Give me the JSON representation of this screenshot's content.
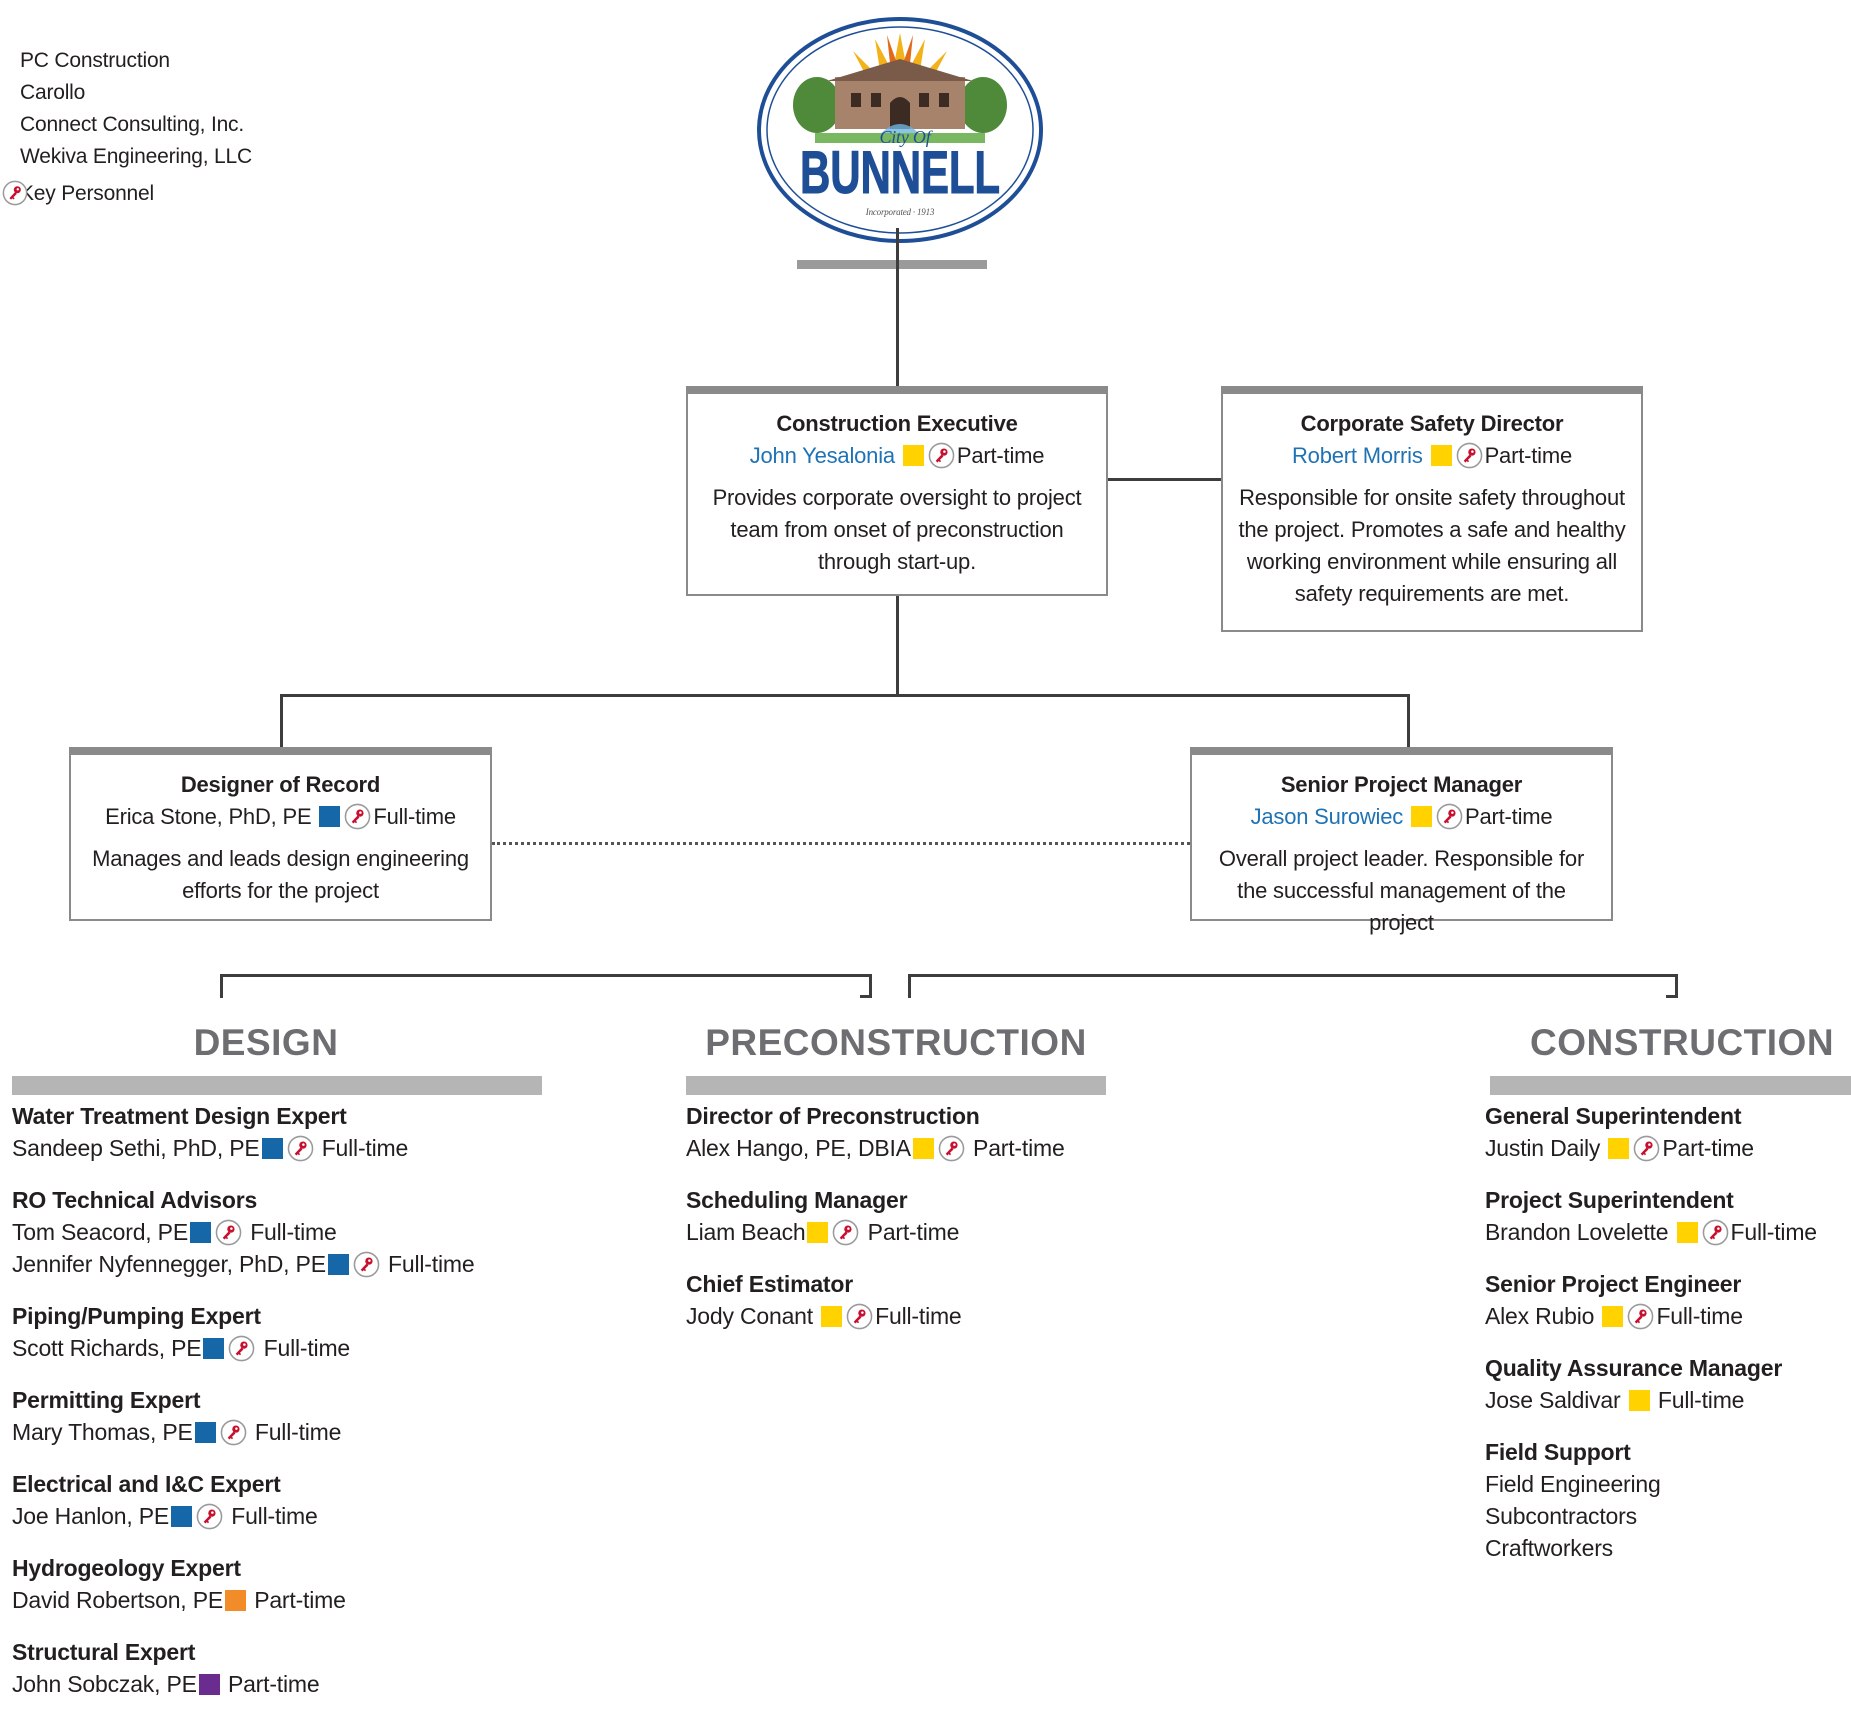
{
  "colors": {
    "pc_construction": "#ffd200",
    "carollo": "#1667a8",
    "connect_consulting": "#f28c28",
    "wekiva": "#6a2d8f",
    "name_link": "#1f73b5",
    "section_title": "#6d6e71"
  },
  "legend": {
    "items": [
      {
        "label": "PC Construction",
        "color": "#ffd200"
      },
      {
        "label": "Carollo",
        "color": "#1667a8"
      },
      {
        "label": "Connect Consulting, Inc.",
        "color": "#f28c28"
      },
      {
        "label": "Wekiva Engineering, LLC",
        "color": "#6a2d8f"
      }
    ],
    "key_label": "Key Personnel",
    "key_icon": "key-icon"
  },
  "logo": {
    "top_text": "City Of",
    "main_text": "BUNNELL",
    "bottom_text": "Incorporated · 1913"
  },
  "exec": {
    "title": "Construction Executive",
    "name": "John Yesalonia",
    "status": "Part-time",
    "desc": "Provides corporate oversight to project team from onset of preconstruction through start-up."
  },
  "safety": {
    "title": "Corporate Safety Director",
    "name": "Robert Morris",
    "status": "Part-time",
    "desc": "Responsible for onsite safety throughout the project. Promotes a safe and healthy working environment while ensuring all safety requirements are met."
  },
  "dor": {
    "title": "Designer of Record",
    "name": "Erica Stone, PhD, PE",
    "status": "Full-time",
    "desc": "Manages and leads design engineering efforts for the project"
  },
  "spm": {
    "title": "Senior Project Manager",
    "name": "Jason Surowiec",
    "status": "Part-time",
    "desc": "Overall project leader. Responsible for the successful management of the project"
  },
  "sections": {
    "design": "DESIGN",
    "preconstruction": "PRECONSTRUCTION",
    "construction": "CONSTRUCTION"
  },
  "design": {
    "water": {
      "role": "Water Treatment Design Expert",
      "name": "Sandeep Sethi, PhD, PE",
      "status": "Full-time"
    },
    "ro": {
      "role": "RO Technical Advisors",
      "name1": "Tom Seacord, PE",
      "status1": "Full-time",
      "name2": "Jennifer Nyfennegger, PhD, PE",
      "status2": "Full-time"
    },
    "piping": {
      "role": "Piping/Pumping Expert",
      "name": "Scott Richards, PE",
      "status": "Full-time"
    },
    "permitting": {
      "role": "Permitting Expert",
      "name": "Mary Thomas, PE",
      "status": "Full-time"
    },
    "electrical": {
      "role": "Electrical and I&C Expert",
      "name": "Joe Hanlon, PE",
      "status": "Full-time"
    },
    "hydro": {
      "role": "Hydrogeology Expert",
      "name": "David Robertson, PE",
      "status": "Part-time"
    },
    "structural": {
      "role": "Structural Expert",
      "name": "John Sobczak, PE",
      "status": "Part-time"
    }
  },
  "precon": {
    "director": {
      "role": "Director of Preconstruction",
      "name": "Alex Hango, PE, DBIA",
      "status": "Part-time"
    },
    "scheduling": {
      "role": "Scheduling Manager",
      "name": "Liam Beach",
      "status": "Part-time"
    },
    "estimator": {
      "role": "Chief Estimator",
      "name": "Jody Conant",
      "status": "Full-time"
    }
  },
  "construction": {
    "gs": {
      "role": "General Superintendent",
      "name": "Justin Daily",
      "status": "Part-time"
    },
    "ps": {
      "role": "Project Superintendent",
      "name": "Brandon Lovelette",
      "status": "Full-time"
    },
    "spe": {
      "role": "Senior Project Engineer",
      "name": "Alex Rubio",
      "status": "Full-time"
    },
    "qam": {
      "role": "Quality Assurance Manager",
      "name": "Jose Saldivar",
      "status": "Full-time"
    },
    "field": {
      "role": "Field Support",
      "items": [
        "Field Engineering",
        "Subcontractors",
        "Craftworkers"
      ]
    }
  }
}
